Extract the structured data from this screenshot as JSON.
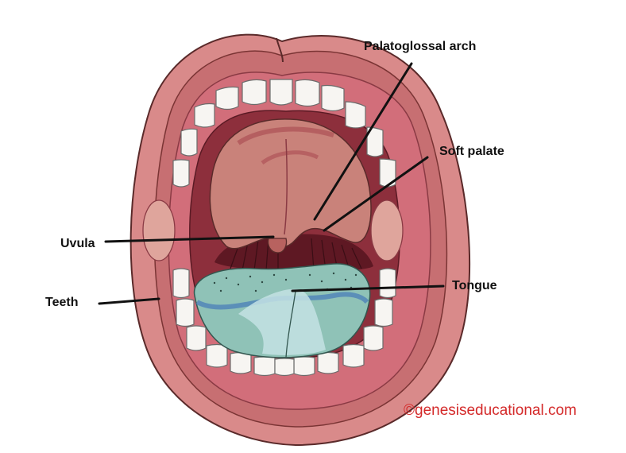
{
  "labels": {
    "palatoglossal_arch": "Palatoglossal arch",
    "soft_palate": "Soft palate",
    "uvula": "Uvula",
    "teeth": "Teeth",
    "tongue": "Tongue"
  },
  "credit": "©genesiseducational.com",
  "colors": {
    "lip": "#d98a8a",
    "lip_dark": "#c26868",
    "gum": "#d26e7a",
    "cavity_dark": "#6b1d2a",
    "palate": "#c9827a",
    "palate_dark": "#a8474f",
    "tooth": "#f7f5f2",
    "tongue": "#8fc2b7",
    "tongue_light": "#c4e2e4",
    "tongue_edge": "#4a7db8",
    "credit": "#d42a2a",
    "leader": "#111111"
  }
}
